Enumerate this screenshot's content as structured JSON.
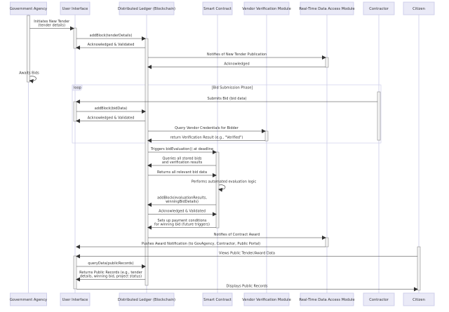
{
  "participants": [
    {
      "id": "gov",
      "label": "Government Agency"
    },
    {
      "id": "ui",
      "label": "User Interface"
    },
    {
      "id": "dl",
      "label": "Distributed Ledger (Blockchain)"
    },
    {
      "id": "sc",
      "label": "Smart Contract"
    },
    {
      "id": "vv",
      "label": "Vendor Verification Module"
    },
    {
      "id": "rt",
      "label": "Real-Time Data Access Module"
    },
    {
      "id": "con",
      "label": "Contractor"
    },
    {
      "id": "cit",
      "label": "Citizen"
    }
  ],
  "loop": {
    "keyword": "loop",
    "label": "[Bid Submission Phase]"
  },
  "messages": [
    {
      "from": "gov",
      "to": "ui",
      "lines": [
        "Initiates New Tender",
        "(tender details)"
      ],
      "style": "solid"
    },
    {
      "from": "ui",
      "to": "dl",
      "lines": [
        "addBlock(tenderDetails)"
      ],
      "style": "solid"
    },
    {
      "from": "dl",
      "to": "ui",
      "lines": [
        "Acknowledged & Validated"
      ],
      "style": "solid"
    },
    {
      "from": "dl",
      "to": "rt",
      "lines": [
        "Notifies of New Tender Publication"
      ],
      "style": "solid"
    },
    {
      "from": "rt",
      "to": "dl",
      "lines": [
        "Acknowledged"
      ],
      "style": "solid"
    },
    {
      "from": "gov",
      "to": "gov",
      "lines": [
        "Awaits Bids"
      ],
      "style": "self"
    },
    {
      "from": "con",
      "to": "ui",
      "lines": [
        "Submits Bid (bid data)"
      ],
      "style": "solid"
    },
    {
      "from": "ui",
      "to": "dl",
      "lines": [
        "addBlock(bidData)"
      ],
      "style": "solid"
    },
    {
      "from": "dl",
      "to": "ui",
      "lines": [
        "Acknowledged & Validated"
      ],
      "style": "solid"
    },
    {
      "from": "dl",
      "to": "vv",
      "lines": [
        "Query Vendor Credentials for Bidder"
      ],
      "style": "solid"
    },
    {
      "from": "vv",
      "to": "dl",
      "lines": [
        "return Verification Result (e.g., \"Verified\")"
      ],
      "style": "solid"
    },
    {
      "from": "dl",
      "to": "sc",
      "lines": [
        "Triggers bidEvaluation() at deadline"
      ],
      "style": "solid"
    },
    {
      "from": "sc",
      "to": "dl",
      "lines": [
        "Queries all stored bids",
        "and verification results"
      ],
      "style": "solid"
    },
    {
      "from": "dl",
      "to": "sc",
      "lines": [
        "Returns all relevant bid data"
      ],
      "style": "solid"
    },
    {
      "from": "sc",
      "to": "sc",
      "lines": [
        "Performs automated evaluation logic"
      ],
      "style": "self"
    },
    {
      "from": "sc",
      "to": "dl",
      "lines": [
        "addBlock(evaluationResults,",
        "winningBidDetails)"
      ],
      "style": "solid"
    },
    {
      "from": "dl",
      "to": "sc",
      "lines": [
        "Acknowledged & Validated"
      ],
      "style": "solid"
    },
    {
      "from": "sc",
      "to": "dl",
      "lines": [
        "Sets up payment conditions",
        "for winning bid (future triggers)"
      ],
      "style": "solid"
    },
    {
      "from": "dl",
      "to": "rt",
      "lines": [
        "Notifies of Contract Award"
      ],
      "style": "solid"
    },
    {
      "from": "rt",
      "to": "ui",
      "lines": [
        "Pushes Award Notification (to GovAgency, Contractor, Public Portal)"
      ],
      "style": "solid"
    },
    {
      "from": "cit",
      "to": "ui",
      "lines": [
        "Views Public Tender/Award Data"
      ],
      "style": "solid"
    },
    {
      "from": "ui",
      "to": "dl",
      "lines": [
        "queryData(publicRecords)"
      ],
      "style": "solid"
    },
    {
      "from": "dl",
      "to": "ui",
      "lines": [
        "Returns Public Records (e.g., tender",
        "details, winning bid, project status)"
      ],
      "style": "solid"
    },
    {
      "from": "ui",
      "to": "cit",
      "lines": [
        "Displays Public Records"
      ],
      "style": "solid"
    }
  ]
}
